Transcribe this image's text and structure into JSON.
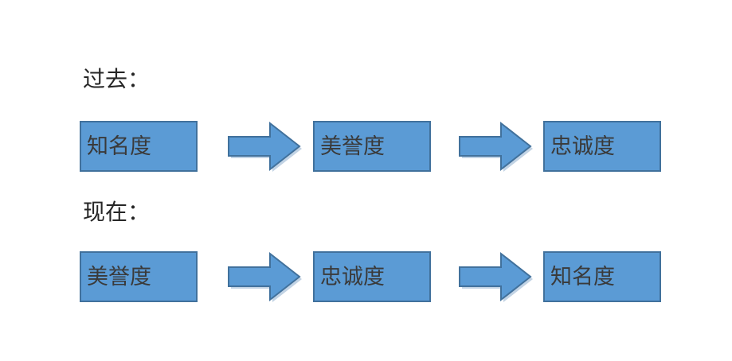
{
  "diagram": {
    "background_color": "#FFFFFF",
    "box_fill_color": "#5B9BD5",
    "box_border_color": "#41719C",
    "arrow_fill_color": "#5B9BD5",
    "arrow_border_color": "#41719C",
    "text_color": "#3A3A3A",
    "rows": [
      {
        "label": "过去：",
        "steps": [
          "知名度",
          "美誉度",
          "忠诚度"
        ],
        "connectors": [
          "arrow-right-icon",
          "arrow-right-icon"
        ]
      },
      {
        "label": "现在：",
        "steps": [
          "美誉度",
          "忠诚度",
          "知名度"
        ],
        "connectors": [
          "arrow-right-icon",
          "arrow-right-icon"
        ]
      }
    ]
  }
}
